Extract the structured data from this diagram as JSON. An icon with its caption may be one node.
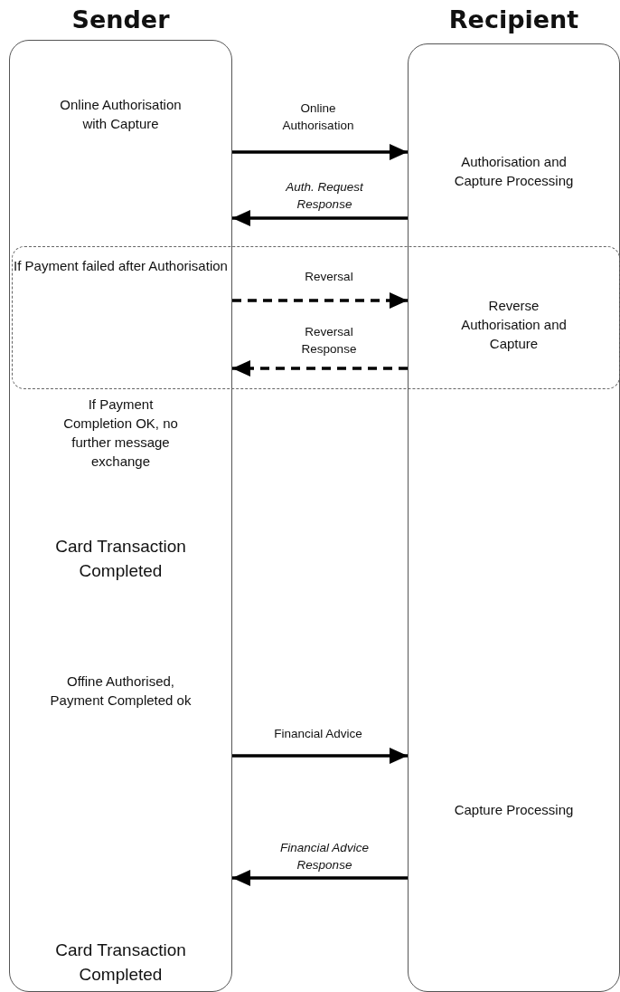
{
  "diagram": {
    "nodes": [
      {
        "text": [
          "Sender",
          "Online Authorisation with Capture",
          "If Payment failed after Authorisation",
          "If Payment Completion OK, no further message exchange",
          "Card Transaction Completed",
          "Offine Authorised, Payment Completed ok",
          "Card Transaction Completed"
        ]
      },
      {
        "text": [
          "Recipient",
          "Authorisation and Capture Processing",
          "Reverse Authorisation and Capture",
          "Capture Processing"
        ]
      }
    ],
    "edges": [
      {
        "from": 0,
        "to": 1,
        "arrow": "to",
        "label": "Online Authorisation"
      },
      {
        "from": 1,
        "to": 0,
        "arrow": "to",
        "label": "Auth. Request Response"
      },
      {
        "from": 0,
        "to": 1,
        "arrow": "to",
        "label": "Reversal",
        "style": "dashed"
      },
      {
        "from": 1,
        "to": 0,
        "arrow": "to",
        "label": "Reversal Response",
        "style": "dashed"
      },
      {
        "from": 0,
        "to": 1,
        "arrow": "to",
        "label": "Financial Advice"
      },
      {
        "from": 1,
        "to": 0,
        "arrow": "to",
        "label": "Financial Advice Response"
      }
    ]
  }
}
